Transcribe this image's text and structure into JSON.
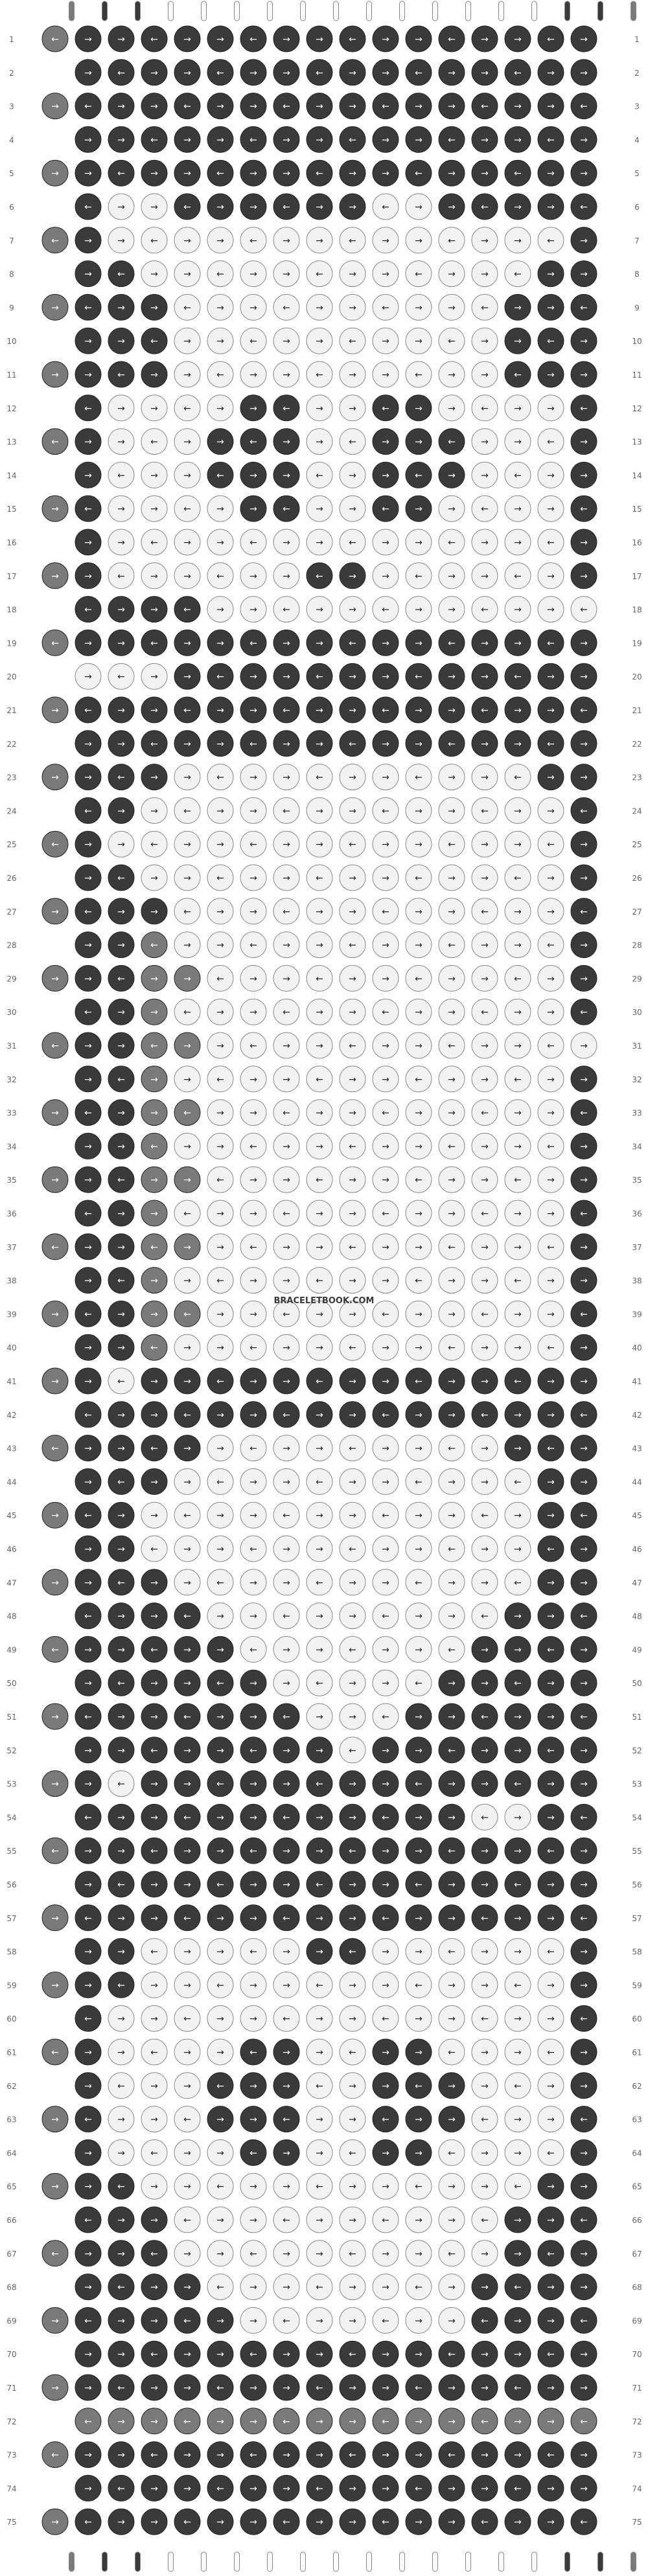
{
  "watermark": "BRACELETBOOK.COM",
  "pattern": {
    "rows": 75,
    "strings": 18,
    "colors": {
      "D": "#3a3a3a",
      "G": "#7a7a7a",
      "W": "#f2f2f2"
    },
    "thread_colors": [
      "G",
      "D",
      "D",
      "W",
      "W",
      "W",
      "W",
      "W",
      "W",
      "W",
      "W",
      "W",
      "W",
      "W",
      "W",
      "D",
      "D",
      "G"
    ],
    "arrow_icons": {
      "R": "right-arrow-icon",
      "L": "left-arrow-icon"
    },
    "grid": [
      "GDDDDDDDDDDDDDDDDDG",
      "GDDDDDDDDDDDDDDDDDG",
      "GDDDDDDDDDDDDDDDDDG",
      "GDDDDDDDDDDDDDDDDDG",
      "GDDDDDDDDDDDDDDDDDG",
      "GDWWDDDDDDWWDDDDDDG",
      "GDWWWWWWWWWWWWWWDDG",
      "GDDWWWWWWWWWWWWDDDG",
      "GDDDWWWWWWWWWWDDDDG",
      "GDDDWWWWWWWWWWDDDDG",
      "GDDDWWWWWWWWWWDDDDG",
      "GDWWWWDDWWDDWWWWDDG",
      "GDWWWDDDWWDDDWWWDDG",
      "GDWWWDDDWWDDDWWWDDG",
      "GDWWWWDDWWDDWWWWDDG",
      "GDWWWWWWWWWWWWWWDDG",
      "GDWWWWWWDDWWWWWWDDG",
      "GDDDDWWWWWWWWWWWWDG",
      "GDDDDDDDDDDDDDDDDDG",
      "GWWWDDDDDDDDDDDDDDG",
      "GDDDDDDDDDDDDDDDDDG",
      "GDDDDDDDDDDDDDDDDDG",
      "GDDDWWWWWWWWWWWDDDG",
      "GDDWWWWWWWWWWWWWDDG",
      "GDWWWWWWWWWWWWWWDDG",
      "GDDWWWWWWWWWWWWWDDG",
      "GDDDWWWWWWWWWWWWDDG",
      "GDDGWWWWWWWWWWWWDDG",
      "GDDGGWWWWWWWWWWWDDG",
      "GDDGWWWWWWWWWWWWDWG",
      "GDDGGWWWWWWWWWWWWWG",
      "GDDGWWWWWWWWWWWWDWG",
      "GDDGGWWWWWWWWWWWDDG",
      "GDDGWWWWWWWWWWWWDDG",
      "GDDGGWWWWWWWWWWWDDG",
      "GDDGWWWWWWWWWWWWDDG",
      "GDDGGWWWWWWWWWWWDDG",
      "GDDGWWWWWWWWWWWWDDG",
      "GDDGGWWWWWWWWWWWDDG",
      "GDDGWWWWWWWWWWWWDDG",
      "GDWDDDDDDDDDDDDDDDG",
      "GDDDDDDDDDDDDDDDDWG",
      "GDDDDWWWWWWWWWDDDDG",
      "GDDDWWWWWWWWWWWDDDG",
      "GDDWWWWWWWWWWWWDDDG",
      "GDDWWWWWWWWWWWWDDDG",
      "GDDDWWWWWWWWWWWDDDG",
      "GDDDDWWWWWWWWWDDDDG",
      "GDDDDDWWWWWWWDDDDDG",
      "GDDDDDDWWWWWDDDDDDG",
      "GDDDDDDDWWWDDDDDDDG",
      "GDDDDDDDDWDDDDDDDDG",
      "GDWDDDDDDDDDDDDDDDG",
      "GDDDDDDDDDDDDWWDDDG",
      "GDDDDDDDDDDDDDDDDDG",
      "GDDDDDDDDDDDDDDDDDG",
      "GDDDDDDDDDDDDDDDDDG",
      "GDDWWWWWDDWWWWWWDDG",
      "GDDWWWWWWWWWWWWWDDG",
      "GDWWWWWWWWWWWWWWDDG",
      "GDWWWWDDWWDDWWWWDDG",
      "GDWWWDDDWWDDDWWWDDG",
      "GDWWWDDDWWDDDWWWDDG",
      "GDWWWWDDWWDDWWWWDDG",
      "GDDWWWWWWWWWWWWDDDG",
      "GDDDWWWWWWWWWWDDDDG",
      "GDDDWWWWWWWWWWDDDDG",
      "GDDDDWWWWWWWWDDDDDG",
      "GDDDDDWWWWWWWDDDDDG",
      "GDDDDDDDDDDDDDDDDDG",
      "GDDDDDDDDDDDDDDDDDG",
      "GGGGGGGGGGGGGGGGGGG",
      "GDDDDDDDDDDDDDDDDDG",
      "GDDDDDDDDDDDDDDDDDG",
      "GDDDDDDDDDDDDDDDDDG"
    ]
  }
}
